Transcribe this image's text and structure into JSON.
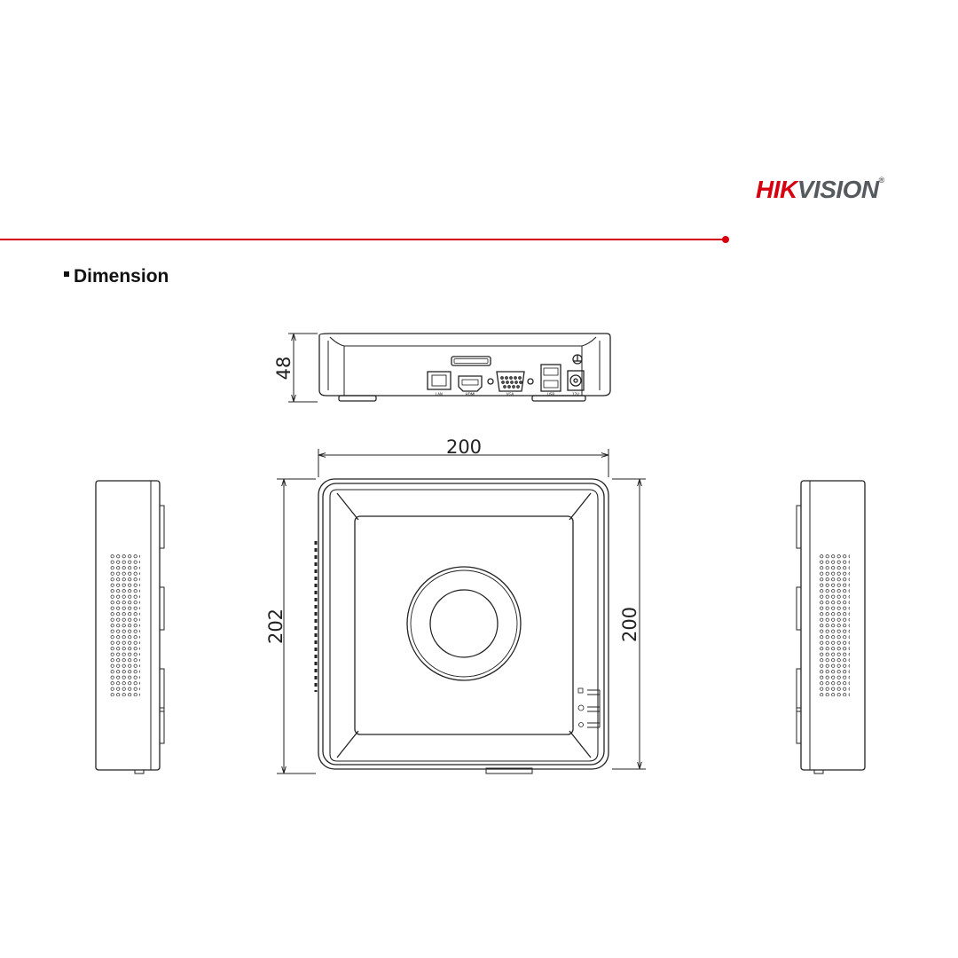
{
  "brand": {
    "hik": "HIK",
    "vision": "VISION",
    "reg": "®"
  },
  "section": {
    "title": "Dimension"
  },
  "dimensions": {
    "height": "48",
    "top_width": "200",
    "left_depth": "202",
    "right_depth": "200"
  },
  "ports": {
    "lan": "LAN",
    "hdmi": "HDMI",
    "vga": "VGA",
    "usb": "USB",
    "dc": "12V"
  },
  "colors": {
    "brand_red": "#d7000f",
    "line": "#222222"
  }
}
